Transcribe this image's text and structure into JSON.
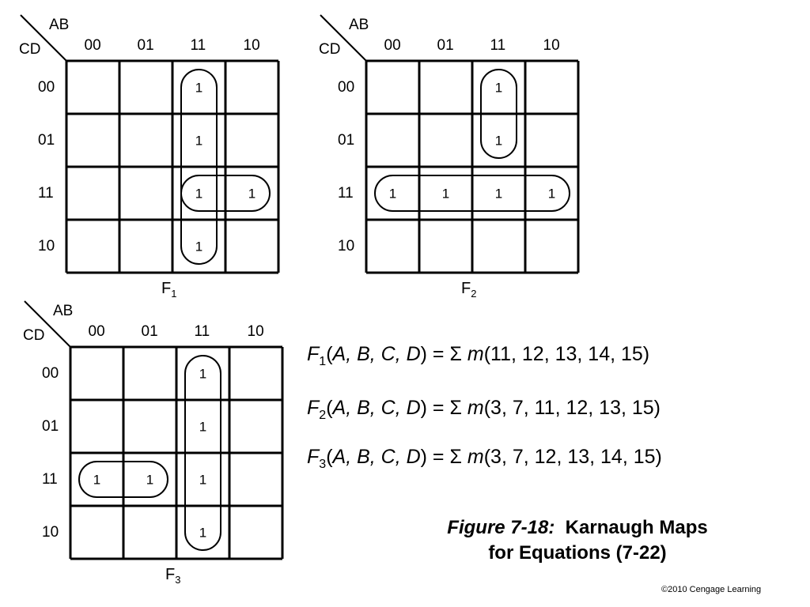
{
  "maps": [
    {
      "id": "F1",
      "var_row": "AB",
      "var_col": "CD",
      "col_labels": [
        "00",
        "01",
        "11",
        "10"
      ],
      "row_labels": [
        "00",
        "01",
        "11",
        "10"
      ],
      "name": "F",
      "name_sub": "1",
      "ones": [
        [
          0,
          2
        ],
        [
          1,
          2
        ],
        [
          2,
          2
        ],
        [
          3,
          2
        ],
        [
          2,
          3
        ]
      ],
      "one_label": "1"
    },
    {
      "id": "F2",
      "var_row": "AB",
      "var_col": "CD",
      "col_labels": [
        "00",
        "01",
        "11",
        "10"
      ],
      "row_labels": [
        "00",
        "01",
        "11",
        "10"
      ],
      "name": "F",
      "name_sub": "2",
      "ones": [
        [
          0,
          2
        ],
        [
          1,
          2
        ],
        [
          2,
          0
        ],
        [
          2,
          1
        ],
        [
          2,
          2
        ],
        [
          2,
          3
        ]
      ],
      "one_label": "1"
    },
    {
      "id": "F3",
      "var_row": "AB",
      "var_col": "CD",
      "col_labels": [
        "00",
        "01",
        "11",
        "10"
      ],
      "row_labels": [
        "00",
        "01",
        "11",
        "10"
      ],
      "name": "F",
      "name_sub": "3",
      "ones": [
        [
          0,
          2
        ],
        [
          1,
          2
        ],
        [
          2,
          2
        ],
        [
          3,
          2
        ],
        [
          2,
          0
        ],
        [
          2,
          1
        ]
      ],
      "one_label": "1"
    }
  ],
  "equations": [
    {
      "f": "F",
      "sub": "1",
      "args": "A, B, C, D",
      "eq": " = Σ ",
      "m": "m",
      "terms": "(11, 12, 13, 14, 15)"
    },
    {
      "f": "F",
      "sub": "2",
      "args": "A, B, C, D",
      "eq": " = Σ ",
      "m": "m",
      "terms": "(3, 7, 11, 12, 13, 15)"
    },
    {
      "f": "F",
      "sub": "3",
      "args": "A, B, C, D",
      "eq": " = Σ ",
      "m": "m",
      "terms": "(3, 7, 12, 13, 14, 15)"
    }
  ],
  "caption": {
    "figure": "Figure 7-18:",
    "line1": "Karnaugh Maps",
    "line2": "for Equations (7-22)"
  },
  "credit": "©2010 Cengage Learning"
}
